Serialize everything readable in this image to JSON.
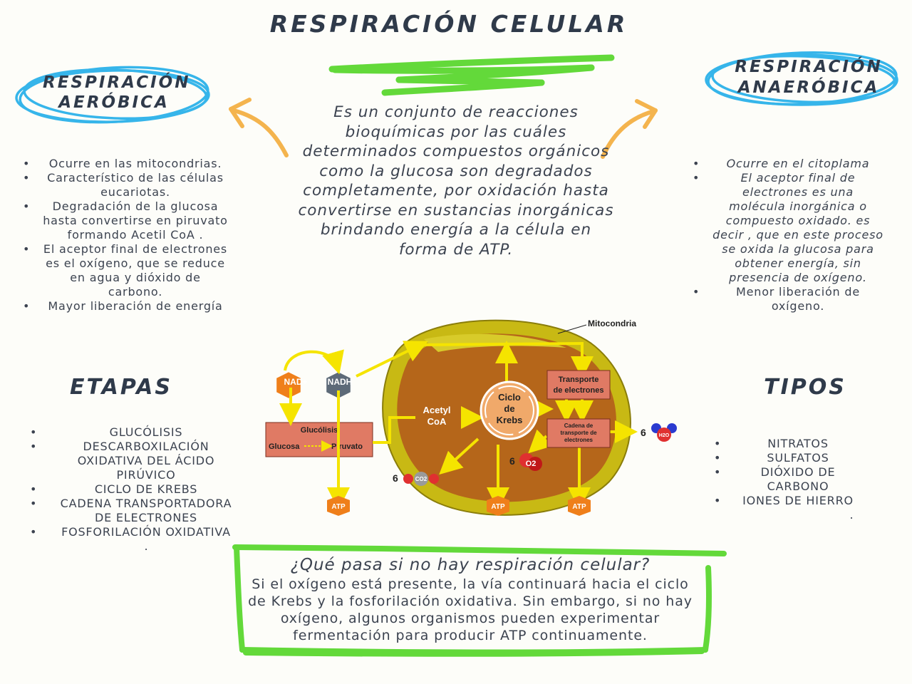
{
  "title": "RESPIRACIÓN CELULAR",
  "definition": "Es un conjunto de reacciones bioquímicas por las cuáles determinados compuestos orgánicos como la glucosa son degradados completamente, por oxidación hasta convertirse en sustancias inorgánicas brindando energía a la célula en forma de ATP.",
  "aerobica": {
    "heading_line1": "RESPIRACIÓN",
    "heading_line2": "AERÓBICA",
    "items": [
      "Ocurre en las mitocondrias.",
      "Característico de las células eucariotas.",
      "Degradación de la glucosa hasta convertirse en piruvato formando Acetil CoA .",
      "El aceptor final de electrones es el oxígeno, que se reduce en agua y dióxido de carbono.",
      "Mayor liberación de energía"
    ]
  },
  "anaerobica": {
    "heading_line1": "RESPIRACIÓN",
    "heading_line2": "ANAERÓBICA",
    "items": [
      "Ocurre en el citoplama",
      "El aceptor final de electrones es una molécula inorgánica o compuesto oxidado. es decir , que en este proceso se oxida la glucosa para obtener energía, sin presencia de oxígeno.",
      "Menor liberación de oxígeno."
    ]
  },
  "etapas": {
    "heading": "ETAPAS",
    "items": [
      "GLUCÓLISIS",
      "DESCARBOXILACIÓN OXIDATIVA DEL ÁCIDO PIRÚVICO",
      "CICLO DE KREBS",
      "CADENA TRANSPORTADORA DE ELECTRONES",
      "FOSFORILACIÓN OXIDATIVA"
    ],
    "trailing": "."
  },
  "tipos": {
    "heading": "TIPOS",
    "items": [
      "NITRATOS",
      "SULFATOS",
      "DIÓXIDO DE CARBONO",
      "IONES DE HIERRO"
    ],
    "trailing": "."
  },
  "question": {
    "title": "¿Qué pasa si no hay respiración celular?",
    "body": "Si el oxígeno está presente, la vía continuará hacia el ciclo de Krebs y la fosforilación oxidativa. Sin embargo, si no hay oxígeno, algunos organismos pueden experimentar fermentación para producir ATP continuamente."
  },
  "diagram": {
    "mitocondria": "Mitocondria",
    "nad": "NAD+",
    "nadh": "NADH",
    "glucolisis": "Glucólisis",
    "glucosa": "Glucosa",
    "piruvato": "Piruvato",
    "acetil1": "Acetyl",
    "acetil2": "CoA",
    "krebs1": "Ciclo",
    "krebs2": "de",
    "krebs3": "Krebs",
    "transporte1": "Transporte",
    "transporte2": "de electrones",
    "cadena1": "Cadena de",
    "cadena2": "transporte de",
    "cadena3": "electrones",
    "atp": "ATP",
    "six": "6",
    "co2": "CO2",
    "o2": "O2",
    "h2o": "H2O"
  },
  "colors": {
    "green": "#63d93a",
    "blue": "#36b5ea",
    "orange_arrow": "#f4b44e",
    "mito_outer": "#c8b914",
    "mito_inner": "#b5661a",
    "box_salmon": "#e07a64",
    "yellow_arrow": "#f5e400"
  }
}
